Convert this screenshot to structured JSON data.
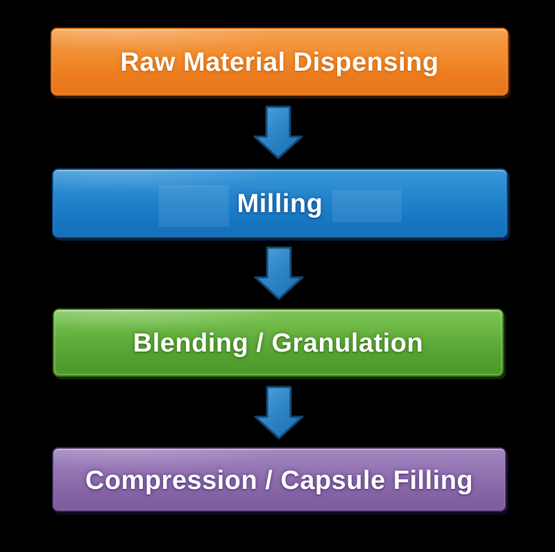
{
  "canvas": {
    "background_color": "#000000"
  },
  "flowchart": {
    "type": "vertical-process-flow",
    "steps": [
      {
        "label": "Raw Material Dispensing",
        "theme": "orange",
        "fill_top": "#F6A050",
        "fill_bottom": "#E8741B",
        "border_color": "#D96E12",
        "text_color": "#FFFFFF"
      },
      {
        "label": "Milling",
        "theme": "blue",
        "fill_top": "#3B97D8",
        "fill_bottom": "#146FB9",
        "border_color": "#0E5493",
        "text_color": "#FFFFFF"
      },
      {
        "label": "Blending / Granulation",
        "theme": "green",
        "fill_top": "#7EC657",
        "fill_bottom": "#4C982B",
        "border_color": "#3F8220",
        "text_color": "#FFFFFF"
      },
      {
        "label": "Compression / Capsule Filling",
        "theme": "purple",
        "fill_top": "#A287C0",
        "fill_bottom": "#7D5C9E",
        "border_color": "#41305E",
        "text_color": "#FFFFFF"
      }
    ],
    "connector": {
      "shape": "block-arrow-down",
      "fill_top": "#55A5DC",
      "fill_bottom": "#1F6FB4",
      "outline_color": "#16466F",
      "count": 3
    }
  }
}
